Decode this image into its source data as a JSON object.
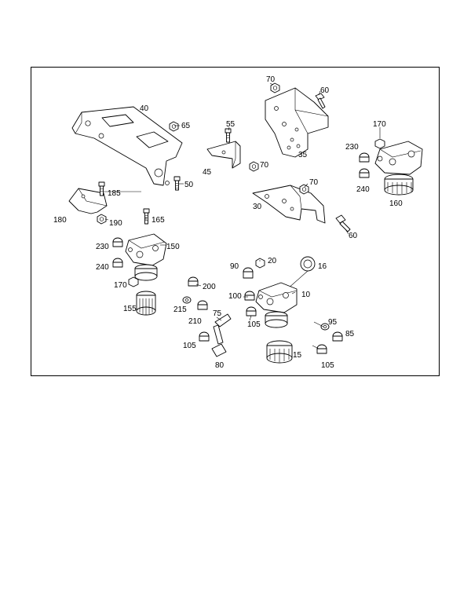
{
  "diagram": {
    "callouts": {
      "c10": "10",
      "c15": "15",
      "c16": "16",
      "c20": "20",
      "c30": "30",
      "c35": "35",
      "c40": "40",
      "c45": "45",
      "c50": "50",
      "c55": "55",
      "c60a": "60",
      "c60b": "60",
      "c65": "65",
      "c70a": "70",
      "c70b": "70",
      "c70c": "70",
      "c75": "75",
      "c80": "80",
      "c85": "85",
      "c90": "90",
      "c95": "95",
      "c100": "100",
      "c105a": "105",
      "c105b": "105",
      "c105c": "105",
      "c150": "150",
      "c155": "155",
      "c160": "160",
      "c165": "165",
      "c170a": "170",
      "c170b": "170",
      "c180": "180",
      "c185": "185",
      "c190": "190",
      "c200": "200",
      "c210": "210",
      "c215": "215",
      "c230a": "230",
      "c230b": "230",
      "c240a": "240",
      "c240b": "240"
    }
  }
}
